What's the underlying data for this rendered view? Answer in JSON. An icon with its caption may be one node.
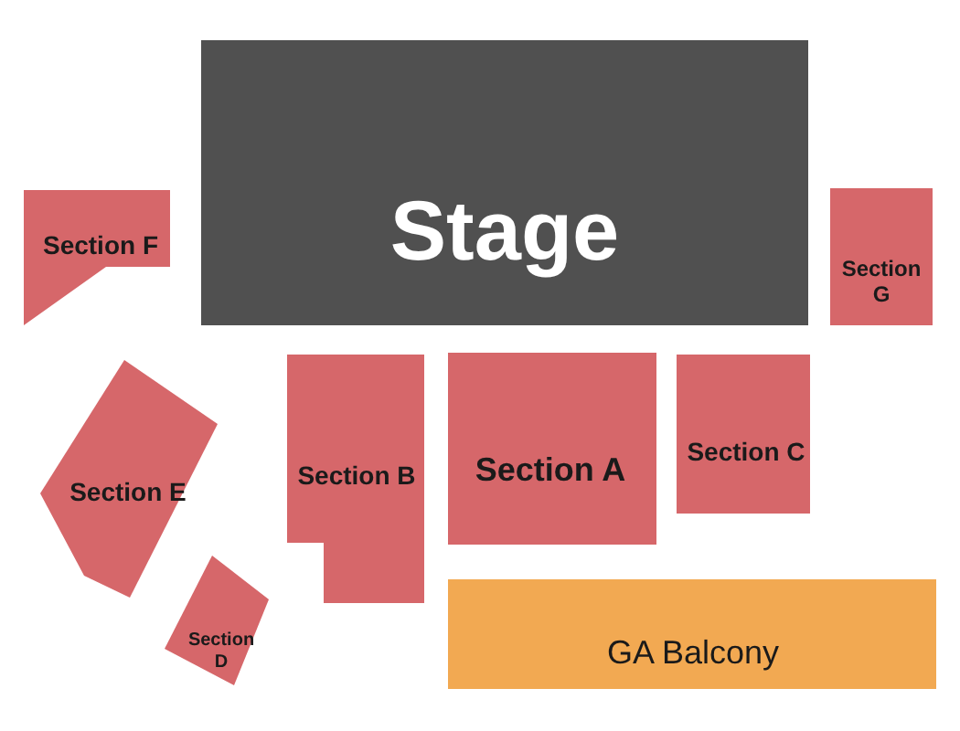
{
  "diagram": {
    "nodes": [
      {
        "text": [
          "Stage"
        ]
      },
      {
        "text": [
          "Section F"
        ]
      },
      {
        "text": [
          "Section G"
        ]
      },
      {
        "text": [
          "Section E"
        ]
      },
      {
        "text": [
          "Section B"
        ]
      },
      {
        "text": [
          "Section A"
        ]
      },
      {
        "text": [
          "Section C"
        ]
      },
      {
        "text": [
          "Section D"
        ]
      },
      {
        "text": [
          "GA Balcony"
        ]
      }
    ]
  }
}
